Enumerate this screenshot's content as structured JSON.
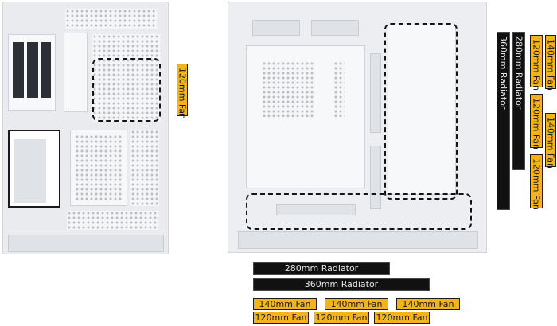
{
  "labels": {
    "fan_120": "120mm Fan",
    "fan_140": "140mm Fan",
    "radiator_280": "280mm Radiator",
    "radiator_360": "360mm Radiator"
  },
  "colors": {
    "fan_tag": "#f3b31b",
    "radiator_tag": "#111111",
    "outline": "#151515"
  }
}
